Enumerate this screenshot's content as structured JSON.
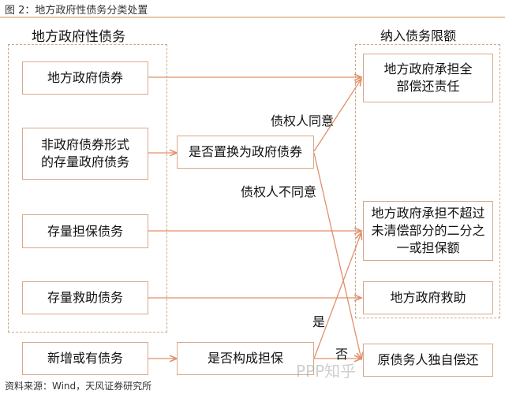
{
  "title": "图 2：地方政府性债务分类处置",
  "left_header": "地方政府性债务",
  "right_header": "纳入债务限额",
  "left_boxes": [
    "地方政府债券",
    "非政府债券形式的存量政府债务",
    "存量担保债务",
    "存量救助债务",
    "新增或有债务"
  ],
  "middle_boxes": [
    "是否置换为政府债券",
    "是否构成担保"
  ],
  "right_boxes": [
    "地方政府承担全部偿还责任",
    "地方政府承担不超过未清偿部分的二分之一或担保额",
    "地方政府救助",
    "原债务人独自偿还"
  ],
  "edge_labels": {
    "agree": "债权人同意",
    "disagree": "债权人不同意",
    "yes": "是",
    "no": "否"
  },
  "footer": "资料来源：Wind，天风证券研究所",
  "watermark": "PPP知乎",
  "colors": {
    "line": "#e0906a",
    "box_border": "#d8a88a"
  }
}
